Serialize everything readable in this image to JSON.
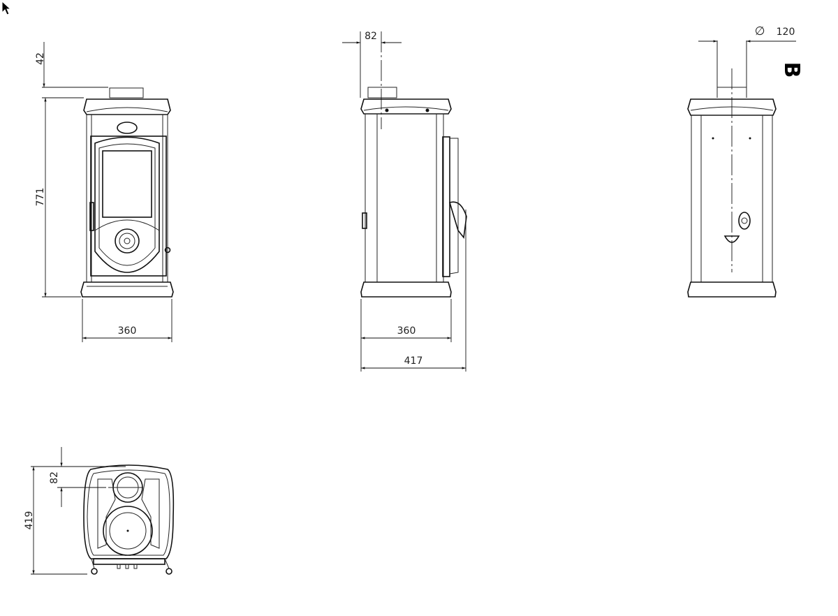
{
  "drawing": {
    "front_view": {
      "dim_flue_height": "42",
      "dim_total_height": "771",
      "dim_width": "360"
    },
    "side_view": {
      "dim_flue_offset": "82",
      "dim_width": "360",
      "dim_depth": "417"
    },
    "rear_view": {
      "diameter_symbol": "∅",
      "dim_flue_diameter": "120",
      "view_label": "B"
    },
    "top_view": {
      "dim_flue_offset": "82",
      "dim_depth": "419"
    }
  }
}
